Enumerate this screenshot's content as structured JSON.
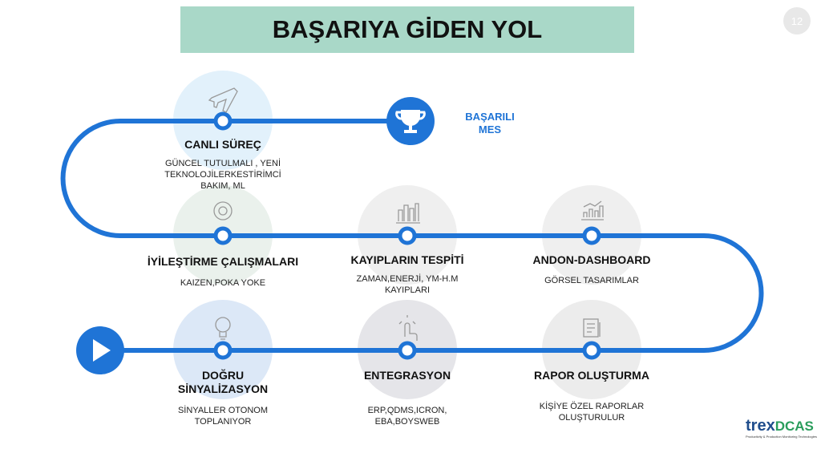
{
  "title": "BAŞARIYA GİDEN YOL",
  "page_number": "12",
  "goal": {
    "line1": "BAŞARILI",
    "line2": "MES"
  },
  "steps": [
    {
      "label": "CANLI SÜREÇ",
      "desc": "GÜNCEL TUTULMALI , YENİ TEKNOLOJİLERKESTİRİMCİ BAKIM, ML",
      "icon": "airplane-icon"
    },
    {
      "label": "İYİLEŞTİRME ÇALIŞMALARI",
      "desc": "KAIZEN,POKA YOKE",
      "icon": "gear-icon"
    },
    {
      "label": "KAYIPLARIN TESPİTİ",
      "desc": "ZAMAN,ENERJİ, YM-H.M KAYIPLARI",
      "icon": "bar-chart-icon"
    },
    {
      "label": "ANDON-DASHBOARD",
      "desc": "GÖRSEL TASARIMLAR",
      "icon": "dashboard-chart-icon"
    },
    {
      "label": "DOĞRU SİNYALİZASYON",
      "desc": "SİNYALLER OTONOM TOPLANIYOR",
      "icon": "lightbulb-icon"
    },
    {
      "label": "ENTEGRASYON",
      "desc": "ERP,QDMS,ICRON, EBA,BOYSWEB",
      "icon": "touch-icon"
    },
    {
      "label": "RAPOR OLUŞTURMA",
      "desc": "KİŞİYE ÖZEL RAPORLAR OLUŞTURULUR",
      "icon": "report-icon"
    }
  ],
  "logo": {
    "a": "trex",
    "b": "DCAS",
    "tagline": "Productivity & Production Monitoring Technologies"
  },
  "colors": {
    "accent": "#1f74d6",
    "title_bg": "#a9d8c8"
  }
}
